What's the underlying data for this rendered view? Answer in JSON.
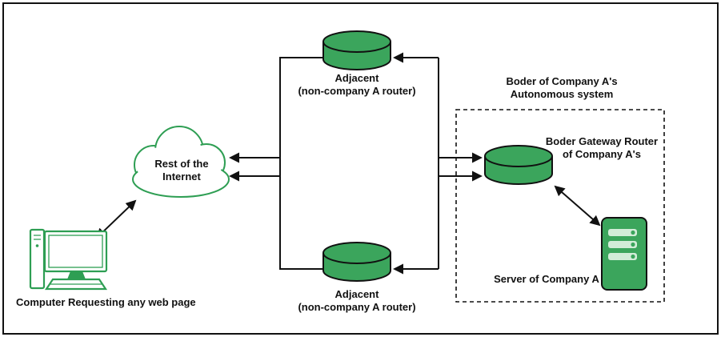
{
  "diagram": {
    "labels": {
      "computer": "Computer Requesting any web page",
      "cloud_line1": "Rest of the",
      "cloud_line2": "Internet",
      "adjacent_top_line1": "Adjacent",
      "adjacent_top_line2": "(non-company A router)",
      "adjacent_bottom_line1": "Adjacent",
      "adjacent_bottom_line2": "(non-company A router)",
      "as_title_line1": "Boder of Company A's",
      "as_title_line2": "Autonomous system",
      "bgp_line1": "Boder Gateway Router",
      "bgp_line2": "of Company A's",
      "server": "Server of Company A"
    },
    "colors": {
      "green": "#3BA55C",
      "green_stroke": "#2E9E53",
      "green_light": "#D2ECD8",
      "line": "#111111",
      "background": "#FFFFFF"
    }
  }
}
